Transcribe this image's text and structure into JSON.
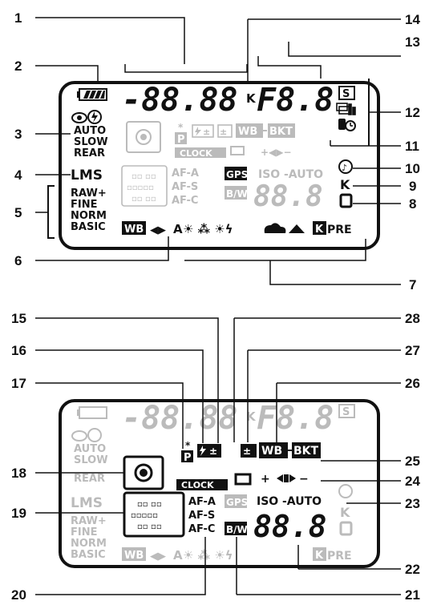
{
  "callouts_top": [
    "1",
    "2",
    "3",
    "4",
    "5",
    "6",
    "7",
    "8",
    "9",
    "10",
    "11",
    "12",
    "13",
    "14"
  ],
  "callouts_bottom": [
    "15",
    "16",
    "17",
    "18",
    "19",
    "20",
    "21",
    "22",
    "23",
    "24",
    "25",
    "26",
    "27",
    "28"
  ],
  "lcd": {
    "shutter_digits": "-88.88",
    "k_mark": "K",
    "aperture_digits": "F8.8",
    "counter_digits": "88.8",
    "s_box": "S",
    "flash_modes": [
      "AUTO",
      "SLOW",
      "REAR"
    ],
    "lms": "LMS",
    "quality": [
      "RAW+",
      "FINE",
      "NORM",
      "BASIC"
    ],
    "p_star": "*",
    "p_letter": "P",
    "clock": "CLOCK",
    "af_modes": [
      "AF-A",
      "AF-S",
      "AF-C"
    ],
    "gps": "GPS",
    "bw": "B/W",
    "iso": "ISO",
    "iso_auto": "-AUTO",
    "wb_bkt": [
      "WB",
      "BKT"
    ],
    "wb_box": "WB",
    "wb_arrows": "◀▶",
    "wb_a": "A",
    "wb_k": "K",
    "pre": "PRE",
    "k_right": "K",
    "dash_plus": "+",
    "dash_minus": "−"
  }
}
